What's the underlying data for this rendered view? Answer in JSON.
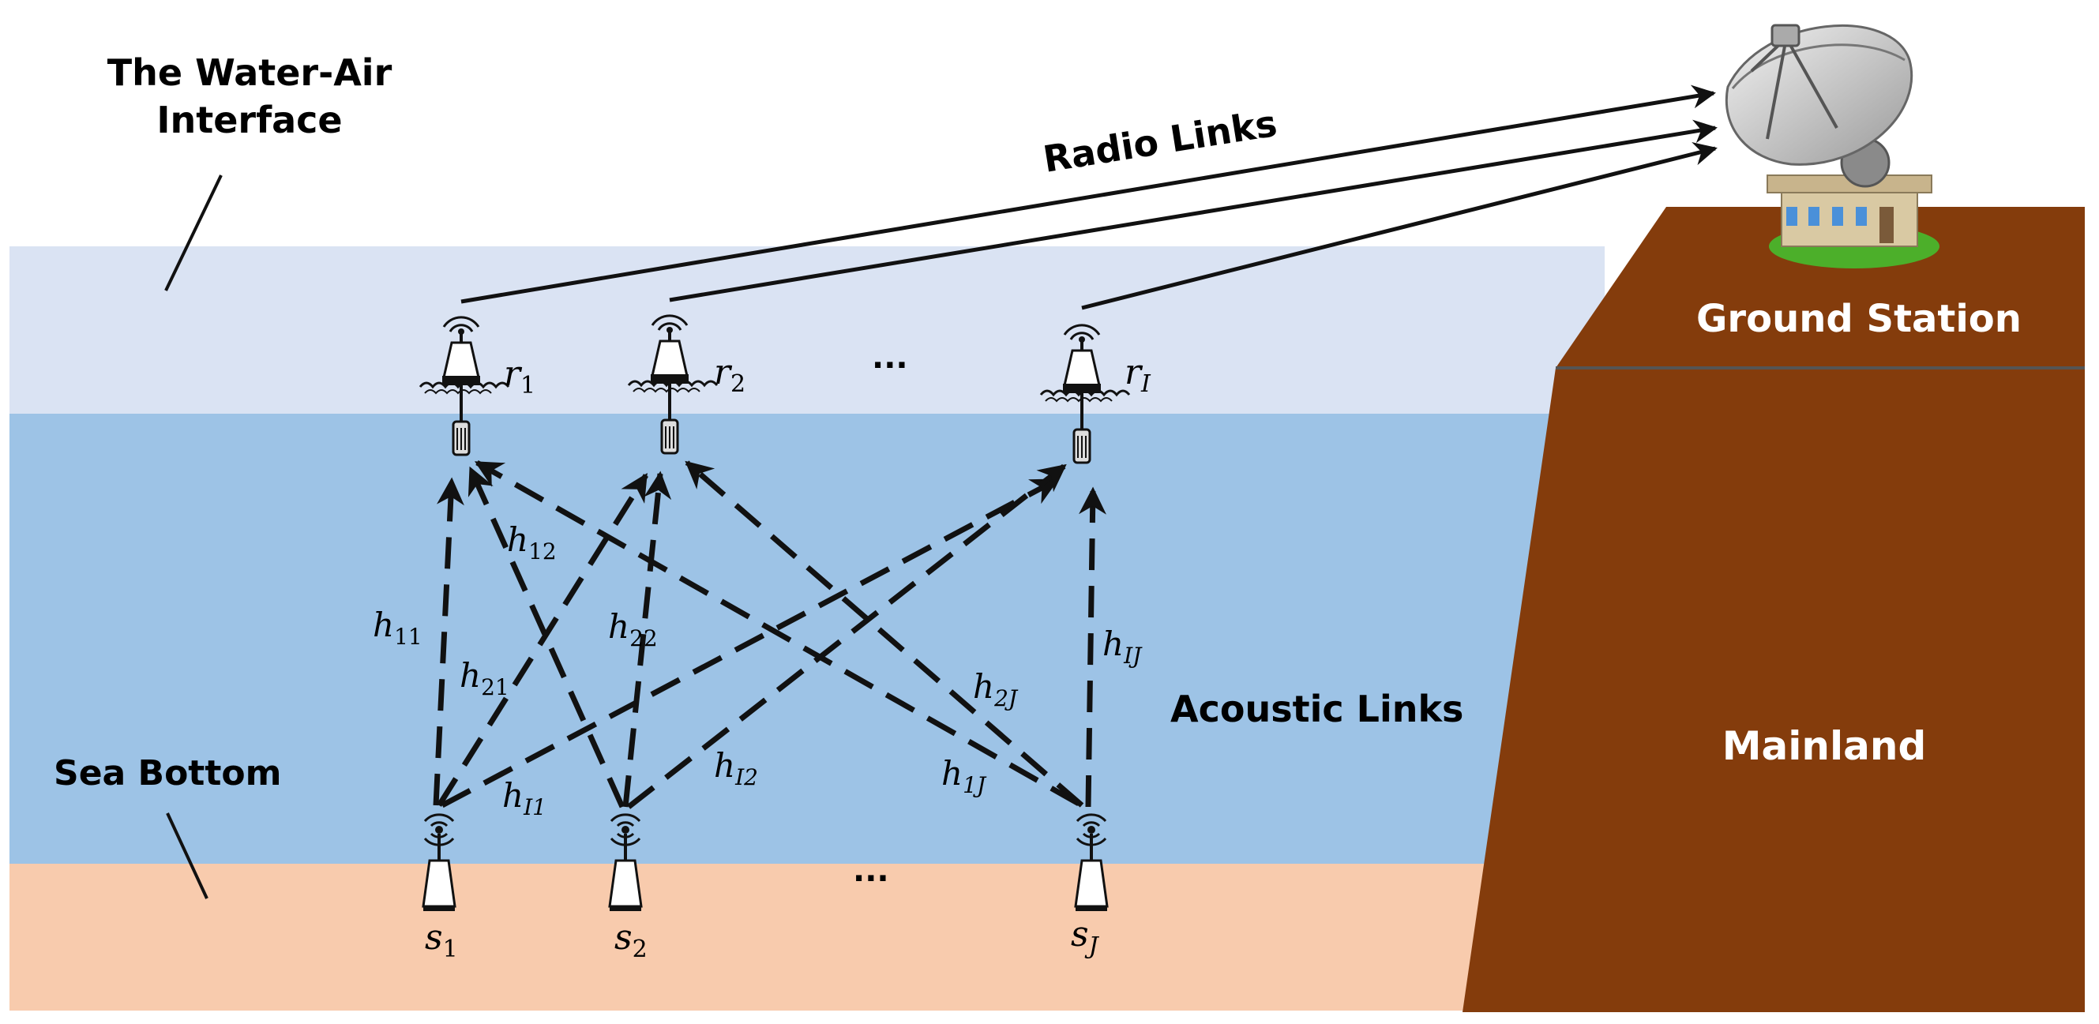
{
  "labels": {
    "water_air_line1": "The Water-Air",
    "water_air_line2": "Interface",
    "sea_bottom": "Sea Bottom",
    "radio_links": "Radio Links",
    "acoustic_links": "Acoustic Links",
    "ground_station": "Ground Station",
    "mainland": "Mainland",
    "ellipsis": "···"
  },
  "relays": [
    {
      "base": "r",
      "sub": "1"
    },
    {
      "base": "r",
      "sub": "2"
    },
    {
      "base": "r",
      "sub": "I"
    }
  ],
  "sources": [
    {
      "base": "s",
      "sub": "1"
    },
    {
      "base": "s",
      "sub": "2"
    },
    {
      "base": "s",
      "sub": "J"
    }
  ],
  "channels": [
    {
      "base": "h",
      "sub": "11"
    },
    {
      "base": "h",
      "sub": "12"
    },
    {
      "base": "h",
      "sub": "21"
    },
    {
      "base": "h",
      "sub": "22"
    },
    {
      "base": "h",
      "sub": "I1"
    },
    {
      "base": "h",
      "sub": "I2"
    },
    {
      "base": "h",
      "sub": "IJ"
    },
    {
      "base": "h",
      "sub": "2J"
    },
    {
      "base": "h",
      "sub": "1J"
    }
  ],
  "colors": {
    "air_layer": "#dae3f3",
    "water_layer": "#9dc3e6",
    "sea_floor": "#f8cbad",
    "mainland": "#843c0c",
    "grass": "#4caf2a"
  }
}
